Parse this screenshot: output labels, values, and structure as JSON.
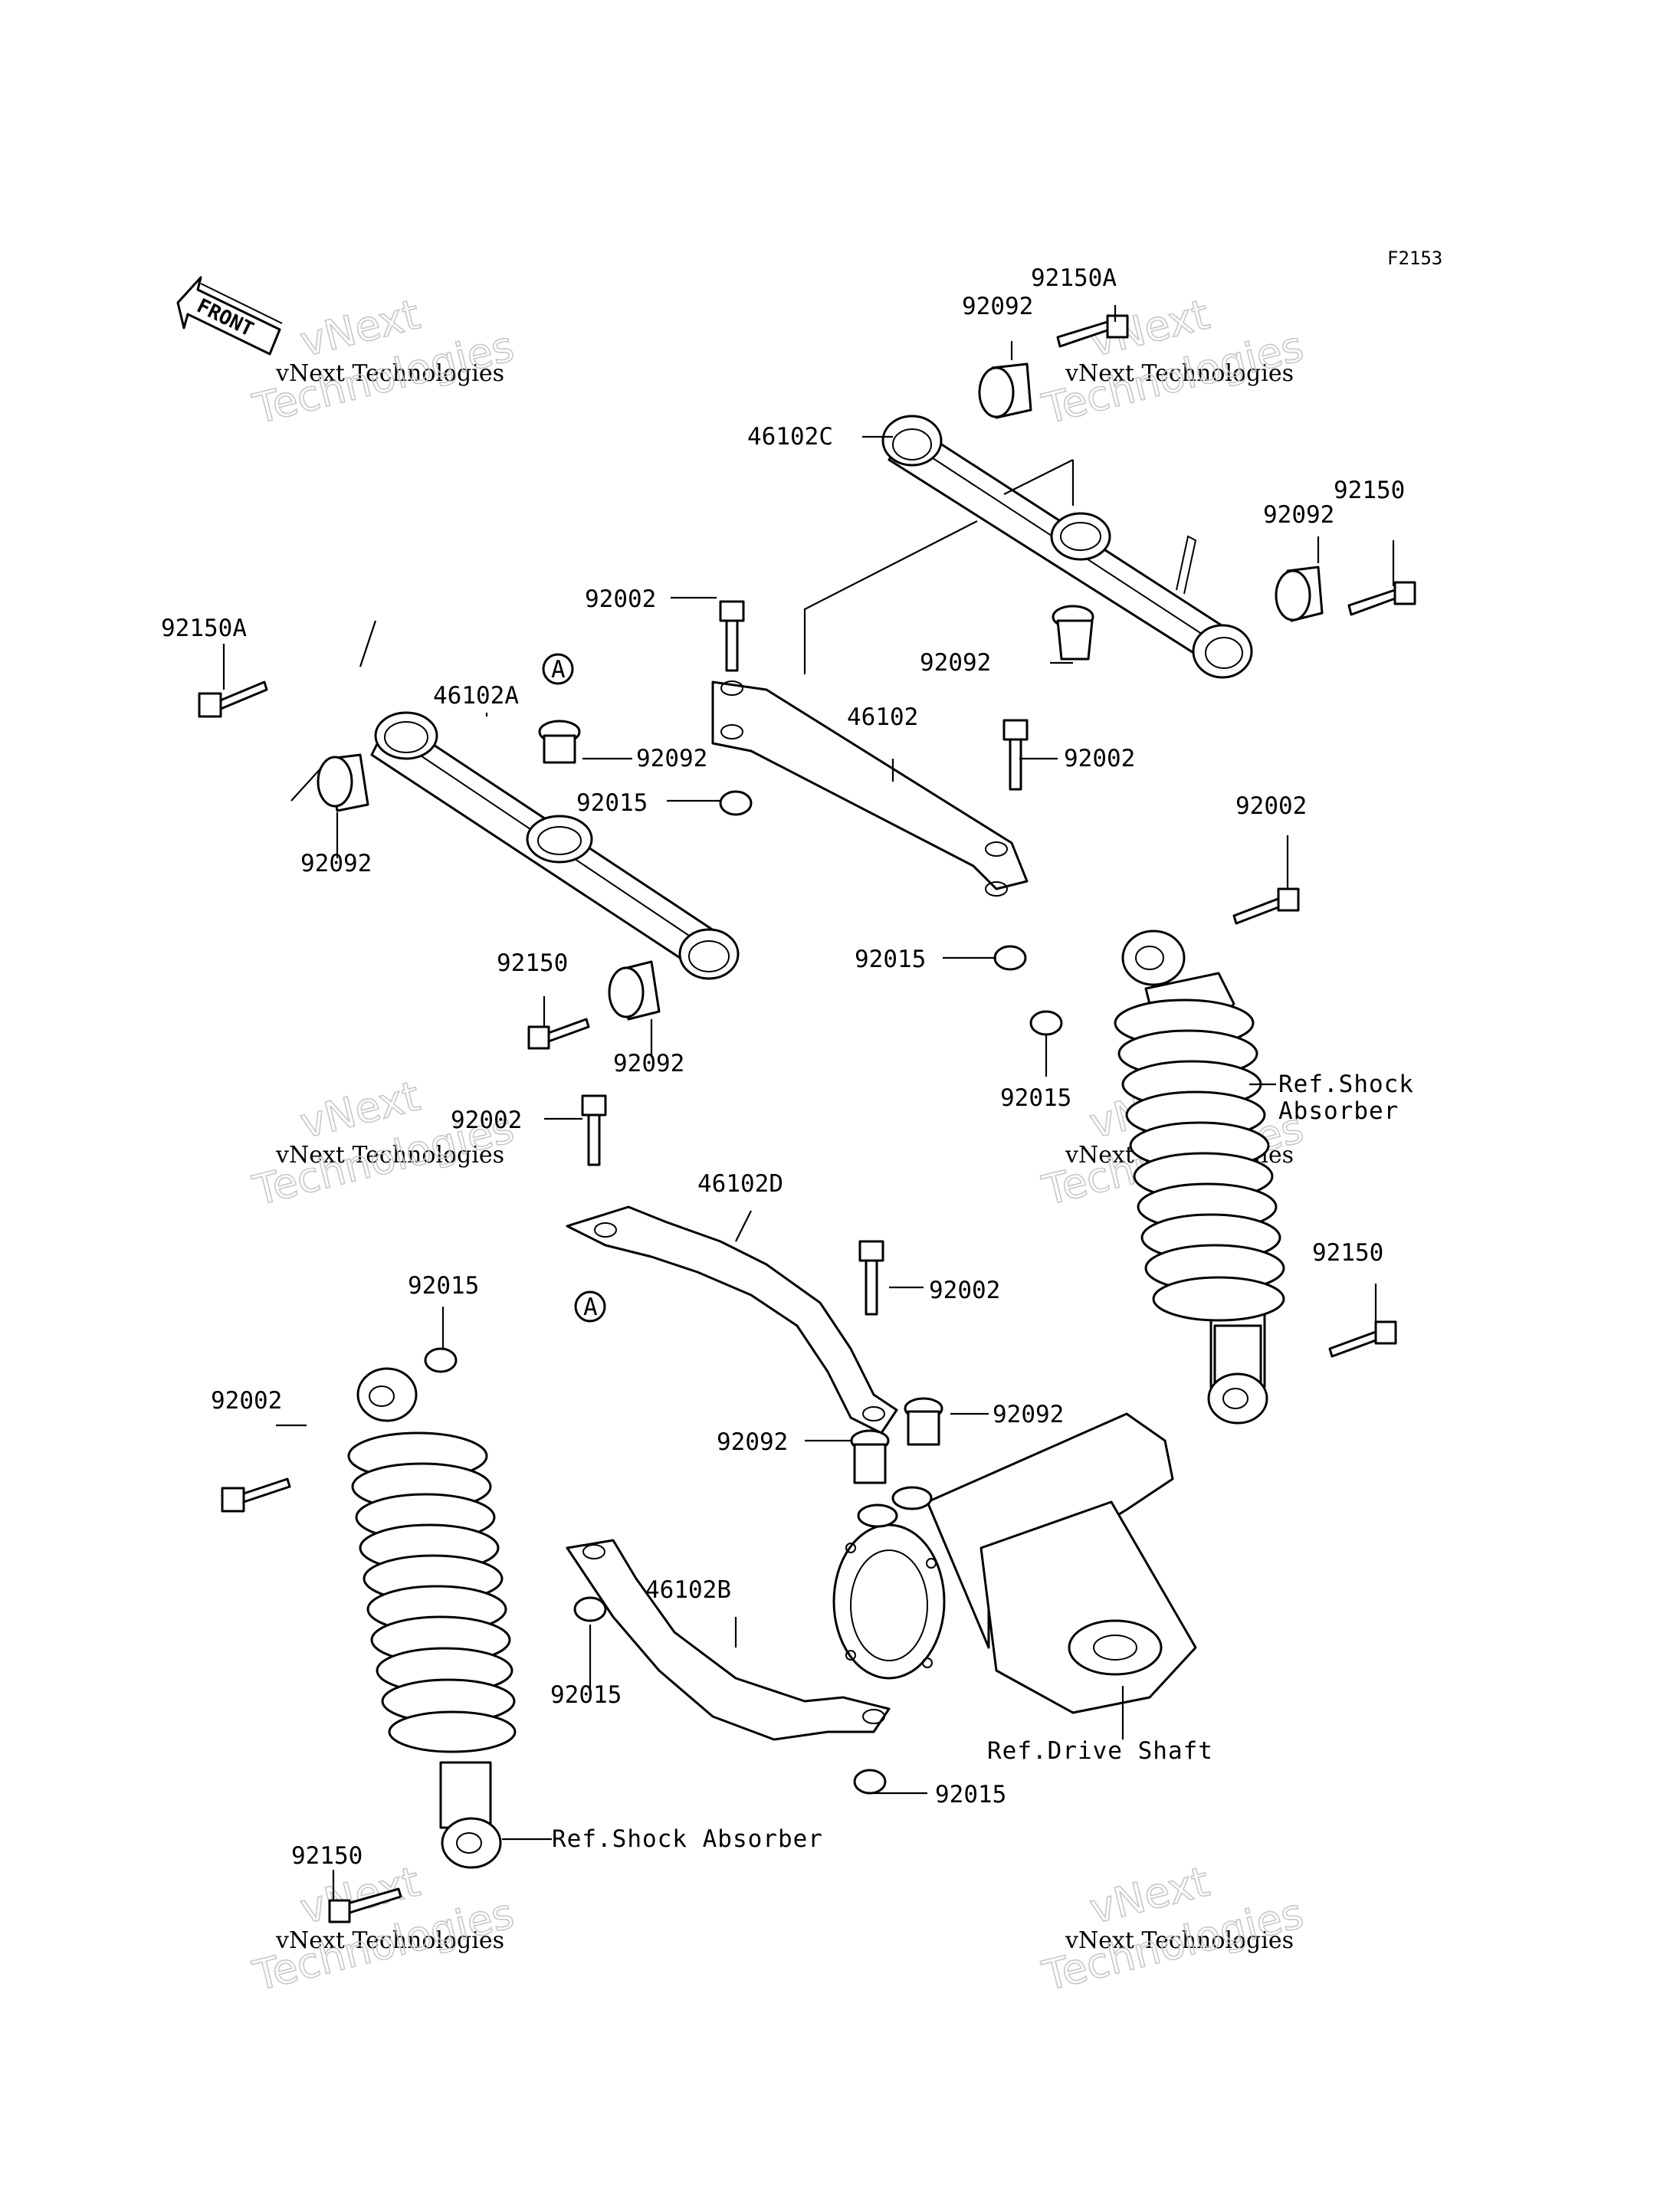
{
  "figure_id": "F2153",
  "front_label": "FRONT",
  "watermark": {
    "line1": "vNext",
    "line2": "vNext Technologies",
    "line3": "Technologies"
  },
  "parts": {
    "p1": "92150A",
    "p2": "92092",
    "p3": "46102C",
    "p4": "92150",
    "p5": "92092",
    "p6": "92002",
    "p7": "92092",
    "p8": "92150A",
    "p9": "46102A",
    "p10": "46102",
    "p11": "92092",
    "p12": "92002",
    "p13": "92015",
    "p14": "92092",
    "p15": "92002",
    "p16": "92015",
    "p17": "92150",
    "p18": "92092",
    "p19": "92015",
    "p20": "92002",
    "p21": "46102D",
    "p22": "92002",
    "p23": "92015",
    "p24": "92150",
    "p25": "92092",
    "p26": "92002",
    "p27": "92092",
    "p28": "46102B",
    "p29": "92015",
    "p30": "92015",
    "p31": "92150"
  },
  "callout_marker": "A",
  "refs": {
    "shock_line1": "Ref.Shock",
    "shock_line2": "Absorber",
    "drive_shaft": "Ref.Drive Shaft",
    "shock_full": "Ref.Shock Absorber"
  }
}
